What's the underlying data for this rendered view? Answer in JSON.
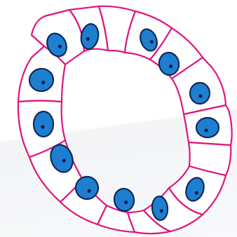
{
  "diagram": {
    "type": "cyst-epithelial-ring",
    "colors": {
      "background": "#ffffff",
      "cell_fill": "#ffffff",
      "cell_outline": "#e0157d",
      "nucleus_fill": "#1e7fd1",
      "nucleus_outline": "#10285c",
      "nucleolus": "#0e1f4a"
    },
    "cells": [
      {
        "id": 1,
        "has_nucleus": true
      },
      {
        "id": 2,
        "has_nucleus": true
      },
      {
        "id": 3,
        "has_nucleus": false
      },
      {
        "id": 4,
        "has_nucleus": true
      },
      {
        "id": 5,
        "has_nucleus": true
      },
      {
        "id": 6,
        "has_nucleus": true
      },
      {
        "id": 7,
        "has_nucleus": true
      },
      {
        "id": 8,
        "has_nucleus": false
      },
      {
        "id": 9,
        "has_nucleus": true
      },
      {
        "id": 10,
        "has_nucleus": true
      },
      {
        "id": 11,
        "has_nucleus": true
      },
      {
        "id": 12,
        "has_nucleus": true
      },
      {
        "id": 13,
        "has_nucleus": true
      },
      {
        "id": 14,
        "has_nucleus": true
      },
      {
        "id": 15,
        "has_nucleus": true
      }
    ]
  }
}
